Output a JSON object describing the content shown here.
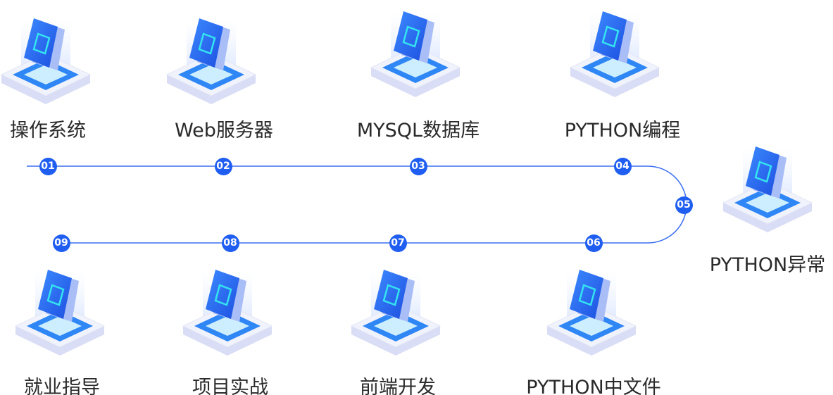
{
  "steps": [
    {
      "num": "01",
      "label": "操作系统",
      "icon": "network-icon"
    },
    {
      "num": "02",
      "label": "Web服务器",
      "icon": "globe-icon"
    },
    {
      "num": "03",
      "label": "MYSQL数据库",
      "icon": "database-icon"
    },
    {
      "num": "04",
      "label": "PYTHON编程",
      "icon": "code-icon"
    },
    {
      "num": "05",
      "label": "PYTHON异常",
      "icon": "warning-icon"
    },
    {
      "num": "06",
      "label": "PYTHON中文件",
      "icon": "folder-icon"
    },
    {
      "num": "07",
      "label": "前端开发",
      "icon": "frontend-icon"
    },
    {
      "num": "08",
      "label": "项目实战",
      "icon": "project-icon"
    },
    {
      "num": "09",
      "label": "就业指导",
      "icon": "briefcase-icon"
    }
  ],
  "colors": {
    "accent": "#1f5ef0",
    "line": "#3b6ff0"
  }
}
